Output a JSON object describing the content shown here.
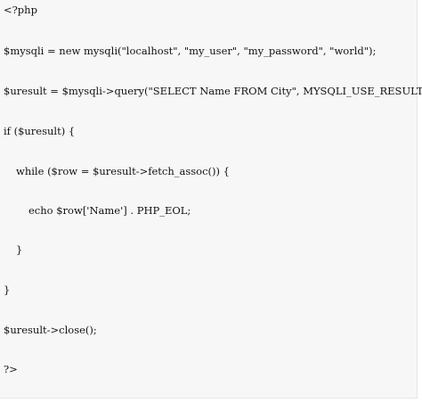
{
  "code": {
    "lines": [
      "<?php",
      "$mysqli = new mysqli(\"localhost\", \"my_user\", \"my_password\", \"world\");",
      "$uresult = $mysqli->query(\"SELECT Name FROM City\", MYSQLI_USE_RESULT);",
      "if ($uresult) {",
      "while ($row = $uresult->fetch_assoc()) {",
      "echo $row['Name'] . PHP_EOL;",
      "}",
      "}",
      "$uresult->close();",
      "?>"
    ]
  }
}
